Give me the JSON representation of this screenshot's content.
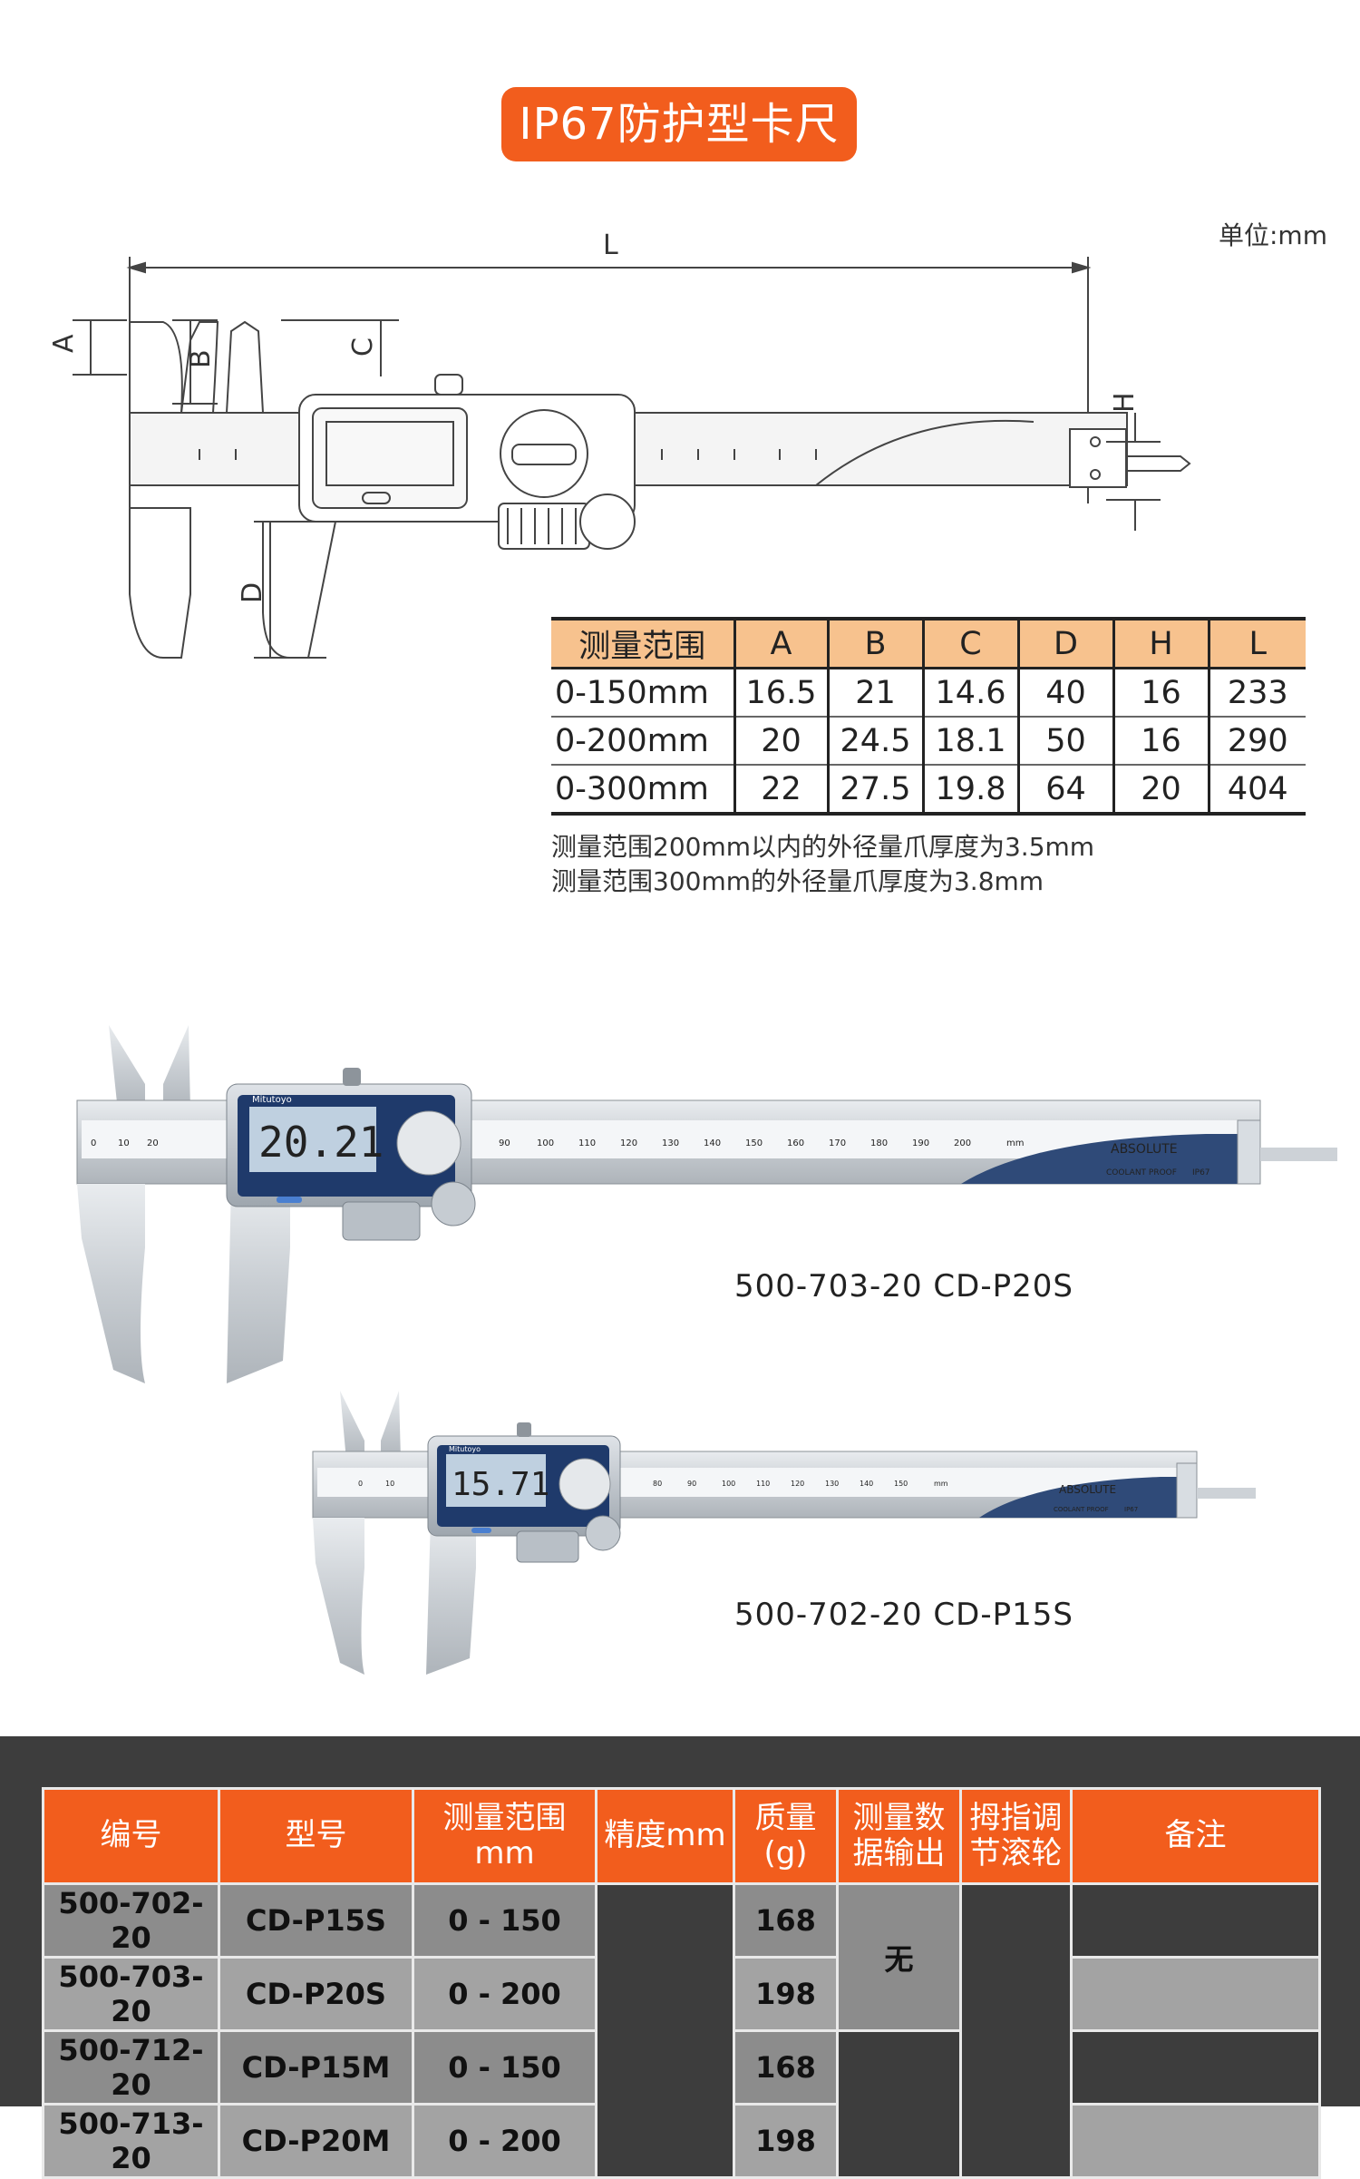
{
  "title": "IP67防护型卡尺",
  "unit_label": "单位:mm",
  "diagram_labels": {
    "L": "L",
    "A": "A",
    "B": "B",
    "C": "C",
    "D": "D",
    "H": "H"
  },
  "dimension_table": {
    "headers": [
      "测量范围",
      "A",
      "B",
      "C",
      "D",
      "H",
      "L"
    ],
    "rows": [
      [
        "0-150mm",
        "16.5",
        "21",
        "14.6",
        "40",
        "16",
        "233"
      ],
      [
        "0-200mm",
        "20",
        "24.5",
        "18.1",
        "50",
        "16",
        "290"
      ],
      [
        "0-300mm",
        "22",
        "27.5",
        "19.8",
        "64",
        "20",
        "404"
      ]
    ]
  },
  "notes": [
    "测量范围200mm以内的外径量爪厚度为3.5mm",
    "测量范围300mm的外径量爪厚度为3.8mm"
  ],
  "products": [
    {
      "caption": "500-703-20  CD-P20S",
      "display_value": "20.21",
      "brand": "Mitutoyo",
      "scale_labels": [
        "0",
        "10",
        "20",
        "90",
        "100",
        "110",
        "120",
        "130",
        "140",
        "150",
        "160",
        "170",
        "180",
        "190",
        "200",
        "mm"
      ],
      "badge": "ABSOLUTE",
      "coolant": "COOLANT PROOF",
      "ip": "IP67"
    },
    {
      "caption": "500-702-20  CD-P15S",
      "display_value": "15.71",
      "brand": "Mitutoyo",
      "scale_labels": [
        "0",
        "10",
        "80",
        "90",
        "100",
        "110",
        "120",
        "130",
        "140",
        "150",
        "mm"
      ],
      "badge": "ABSOLUTE",
      "coolant": "COOLANT PROOF",
      "ip": "IP67"
    }
  ],
  "spec_table": {
    "headers": [
      "编号",
      "型号",
      "测量范围mm",
      "精度mm",
      "质量\n(g)",
      "测量数\n据输出",
      "拇指调\n节滚轮",
      "备注"
    ],
    "header_lines": [
      [
        "编号"
      ],
      [
        "型号"
      ],
      [
        "测量范围mm"
      ],
      [
        "精度mm"
      ],
      [
        "质量",
        "(g)"
      ],
      [
        "测量数",
        "据输出"
      ],
      [
        "拇指调",
        "节滚轮"
      ],
      [
        "备注"
      ]
    ],
    "rows": [
      {
        "code": "500-702-20",
        "model": "CD-P15S",
        "range": "0 - 150",
        "mass": "168"
      },
      {
        "code": "500-703-20",
        "model": "CD-P20S",
        "range": "0 - 200",
        "mass": "198"
      },
      {
        "code": "500-712-20",
        "model": "CD-P15M",
        "range": "0 - 150",
        "mass": "168"
      },
      {
        "code": "500-713-20",
        "model": "CD-P20M",
        "range": "0 - 200",
        "mass": "198"
      }
    ],
    "output_value": "无"
  }
}
